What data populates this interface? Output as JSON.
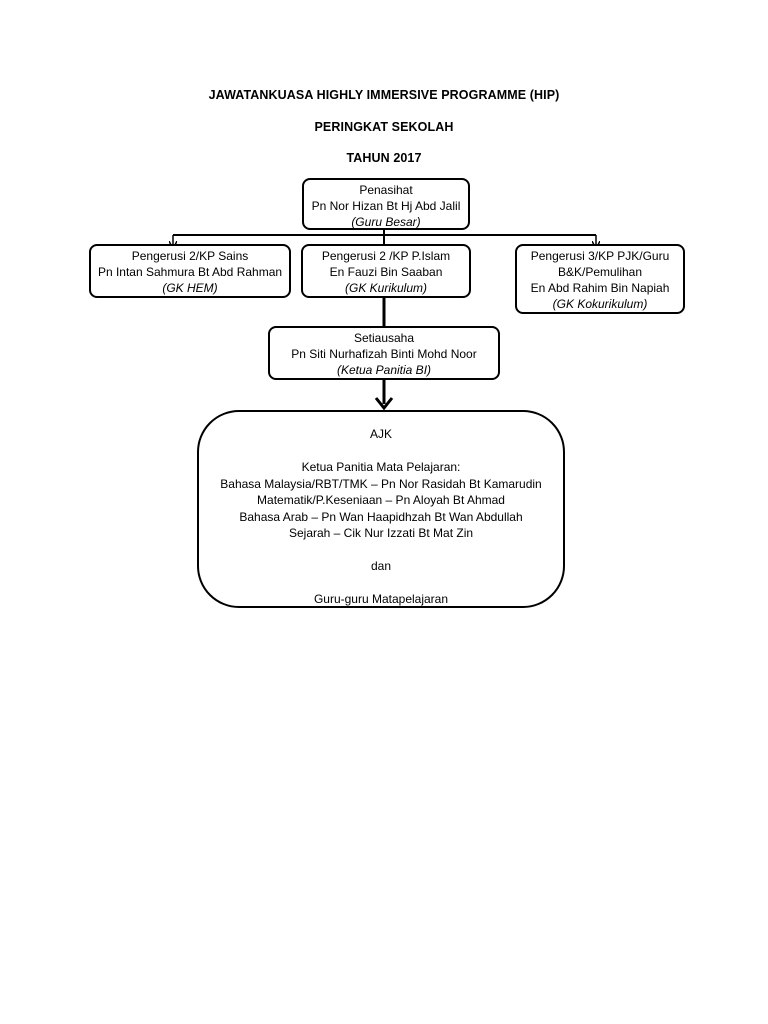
{
  "title": {
    "line1": "JAWATANKUASA HIGHLY IMMERSIVE PROGRAMME (HIP)",
    "line2": "PERINGKAT SEKOLAH",
    "line3": "TAHUN 2017"
  },
  "penasihat": {
    "role": "Penasihat",
    "name": "Pn Nor Hizan Bt Hj Abd Jalil",
    "position": "(Guru Besar)"
  },
  "pengerusi_sains": {
    "role": "Pengerusi 2/KP Sains",
    "name": "Pn Intan Sahmura Bt Abd Rahman",
    "position": "(GK HEM)"
  },
  "pengerusi_pislam": {
    "role": "Pengerusi 2 /KP P.Islam",
    "name": "En Fauzi Bin Saaban",
    "position": "(GK Kurikulum)"
  },
  "pengerusi_pjk": {
    "role_line1": "Pengerusi 3/KP PJK/Guru",
    "role_line2": "B&K/Pemulihan",
    "name": "En Abd Rahim Bin Napiah",
    "position": "(GK Kokurikulum)"
  },
  "setiausaha": {
    "role": "Setiausaha",
    "name": "Pn Siti Nurhafizah Binti Mohd Noor",
    "position": "(Ketua Panitia BI)"
  },
  "ajk": {
    "heading": "AJK",
    "subheading": "Ketua Panitia Mata Pelajaran:",
    "members": [
      "Bahasa Malaysia/RBT/TMK – Pn Nor Rasidah Bt Kamarudin",
      "Matematik/P.Keseniaan – Pn Aloyah Bt Ahmad",
      "Bahasa Arab – Pn Wan Haapidhzah Bt Wan Abdullah",
      "Sejarah – Cik Nur Izzati Bt Mat Zin"
    ],
    "conjunction": "dan",
    "footer": "Guru-guru Matapelajaran"
  }
}
